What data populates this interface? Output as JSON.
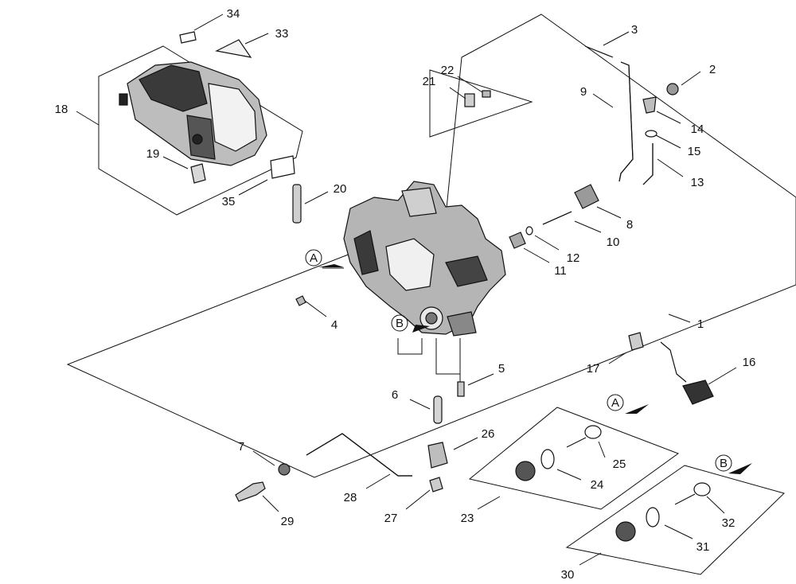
{
  "callouts": {
    "c1": "1",
    "c2": "2",
    "c3": "3",
    "c4": "4",
    "c5": "5",
    "c6": "6",
    "c7": "7",
    "c8": "8",
    "c9": "9",
    "c10": "10",
    "c11": "11",
    "c12": "12",
    "c13": "13",
    "c14": "14",
    "c15": "15",
    "c16": "16",
    "c17": "17",
    "c18": "18",
    "c19": "19",
    "c20": "20",
    "c21": "21",
    "c22": "22",
    "c23": "23",
    "c24": "24",
    "c25": "25",
    "c26": "26",
    "c27": "27",
    "c28": "28",
    "c29": "29",
    "c30": "30",
    "c31": "31",
    "c32": "32",
    "c33": "33",
    "c34": "34",
    "c35": "35"
  },
  "view_markers": {
    "a": "A",
    "b": "B"
  },
  "colors": {
    "line": "#111111",
    "part_fill": "#9a9a9a",
    "part_dark": "#333333",
    "part_light": "#e2e2e2"
  }
}
